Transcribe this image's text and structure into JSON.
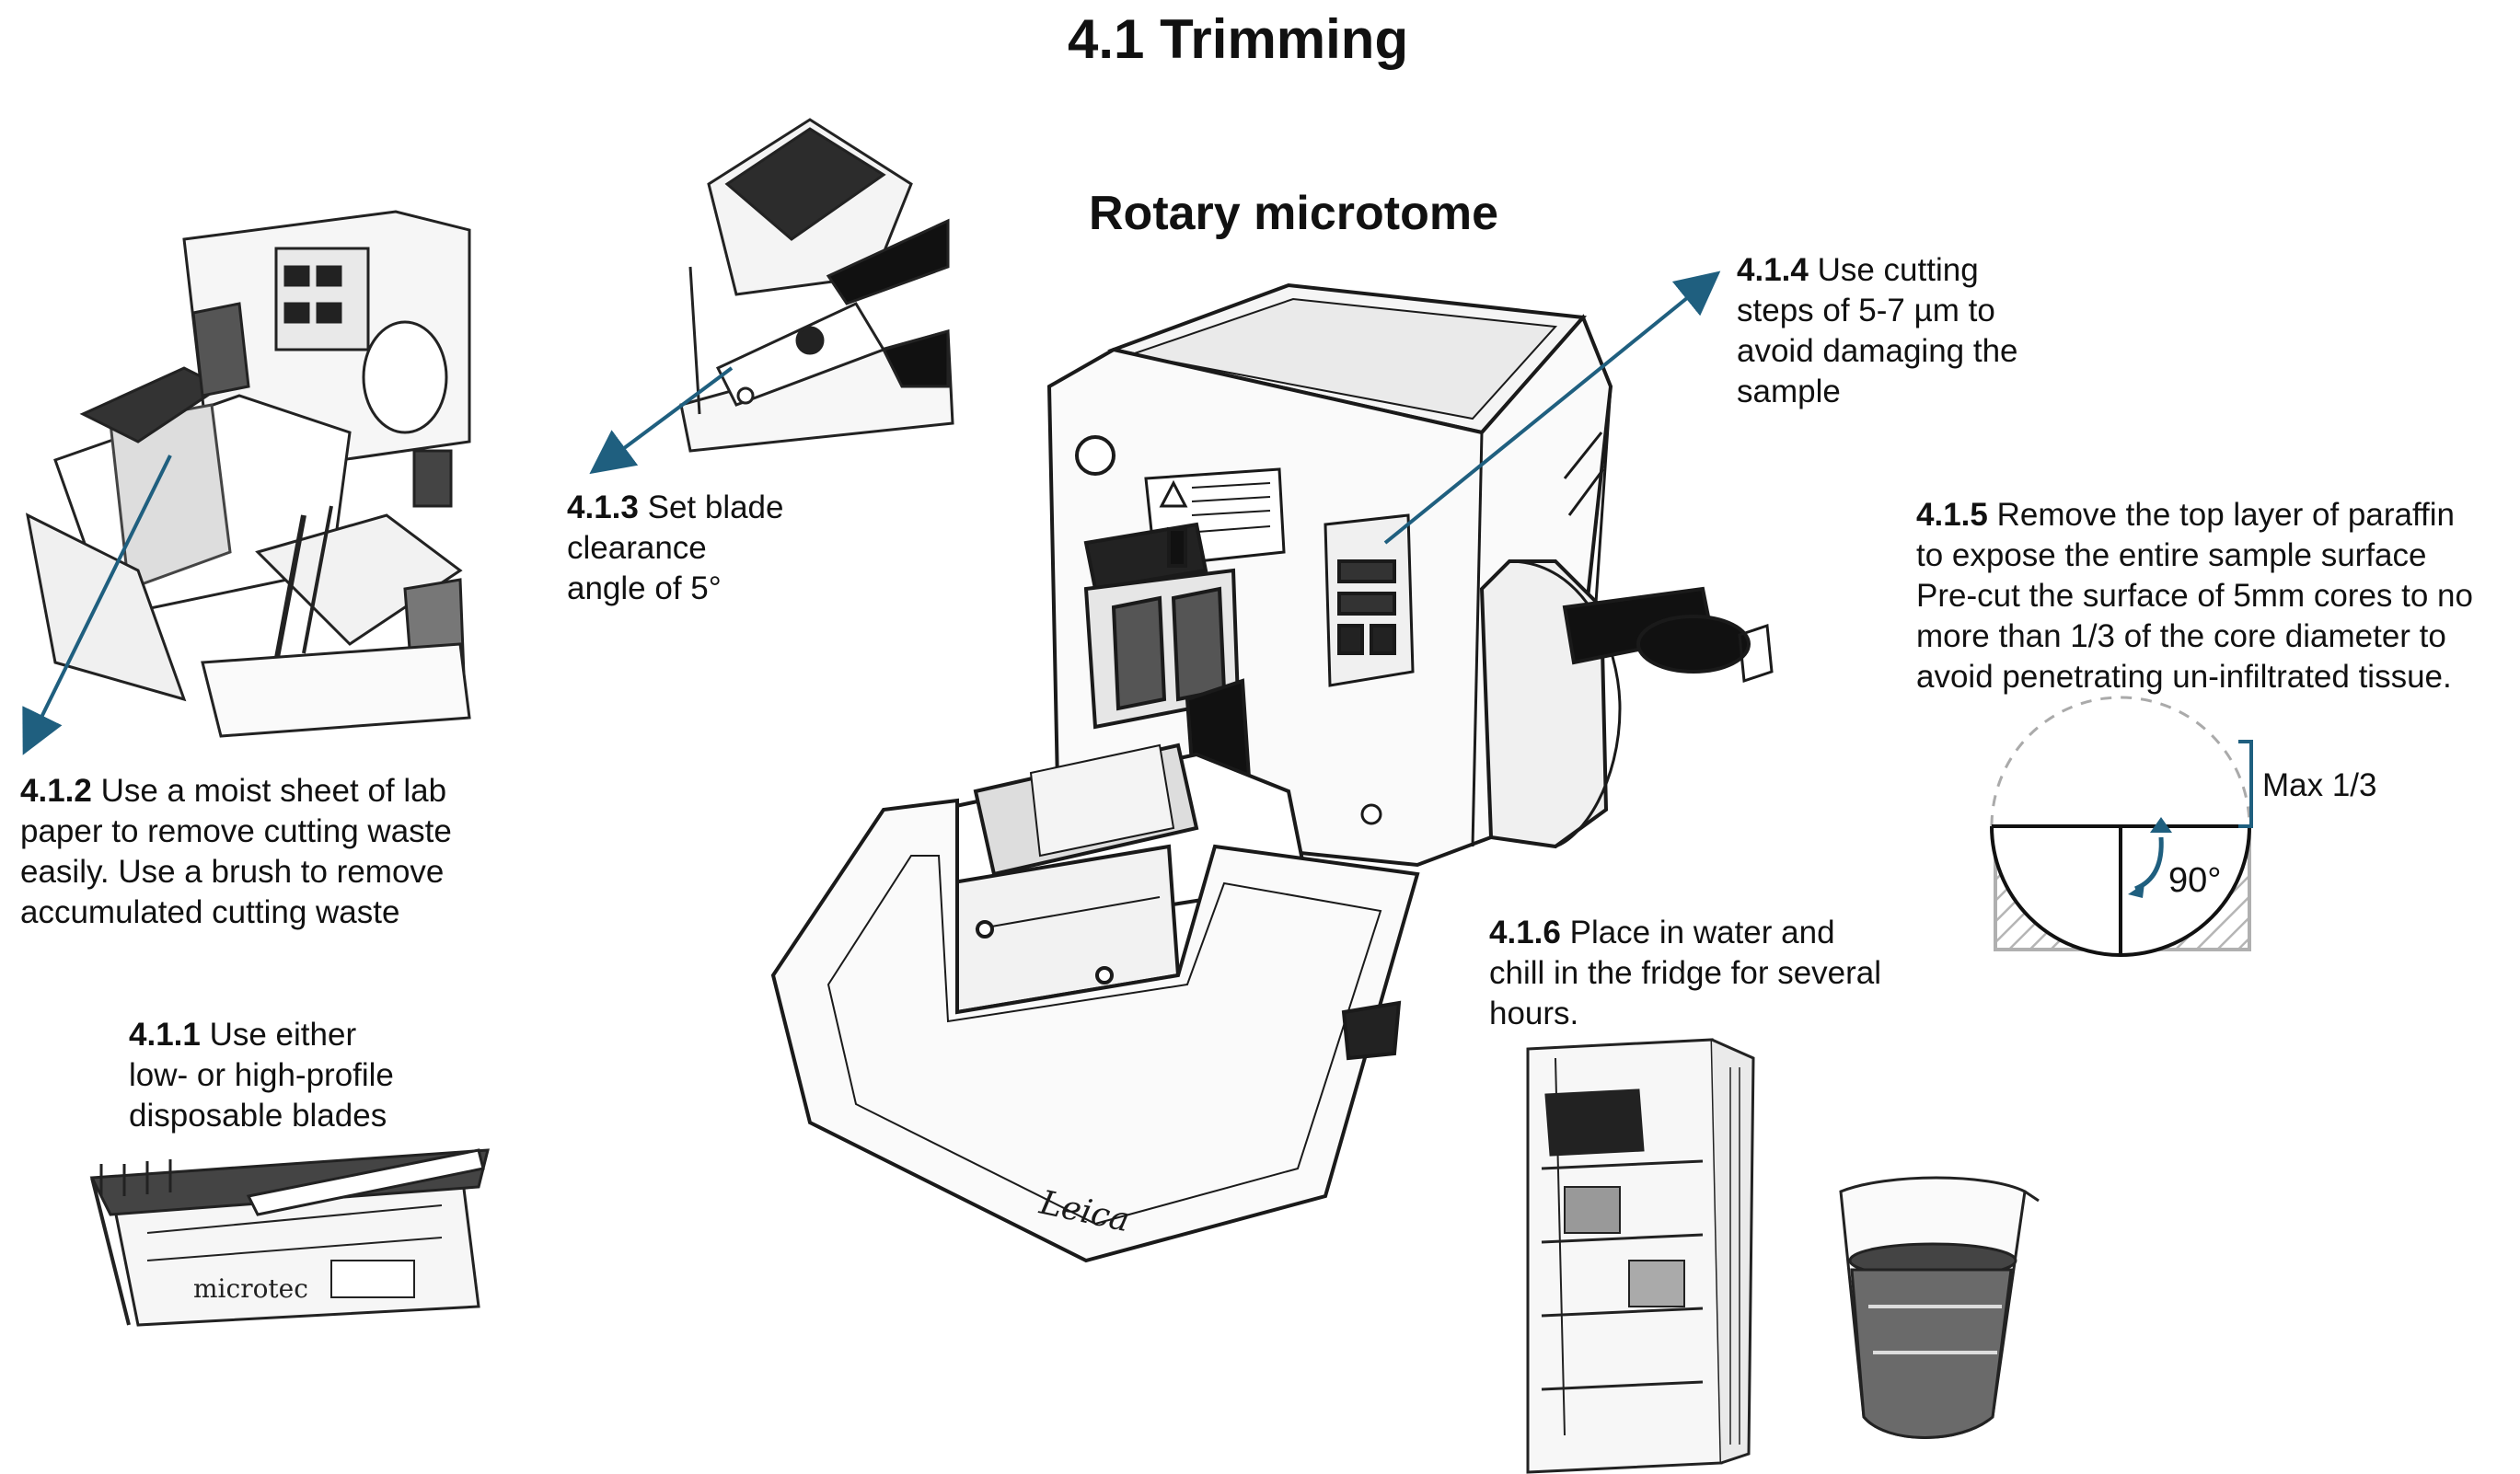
{
  "title": "4.1 Trimming",
  "subtitle": "Rotary microtome",
  "accent_color": "#1f5f7f",
  "steps": {
    "s411": {
      "num": "4.1.1",
      "lines": [
        "Use either",
        "low- or high-profile",
        "disposable blades"
      ]
    },
    "s412": {
      "num": "4.1.2",
      "lines": [
        "Use a moist sheet of lab",
        "paper to remove cutting waste",
        "easily. Use a brush to remove",
        "accumulated cutting waste"
      ]
    },
    "s413": {
      "num": "4.1.3",
      "lines": [
        "Set blade",
        "clearance",
        "angle of 5°"
      ]
    },
    "s414": {
      "num": "4.1.4",
      "lines": [
        "Use cutting",
        "steps of 5-7 µm to",
        "avoid damaging the",
        "sample"
      ]
    },
    "s415": {
      "num": "4.1.5",
      "lines": [
        "Remove the top layer of paraffin",
        "to expose the entire sample surface",
        "Pre-cut the surface of 5mm cores to no",
        "more than 1/3 of the core diameter to",
        "avoid penetrating un-infiltrated tissue."
      ]
    },
    "s416": {
      "num": "4.1.6",
      "lines": [
        "Place in water and",
        "chill in the fridge for several",
        "hours."
      ]
    }
  },
  "core_diagram": {
    "max_label": "Max 1/3",
    "angle_label": "90°"
  },
  "illustrations": {
    "microtome_brand": "Leica",
    "blade_box_brand": "microtec"
  }
}
